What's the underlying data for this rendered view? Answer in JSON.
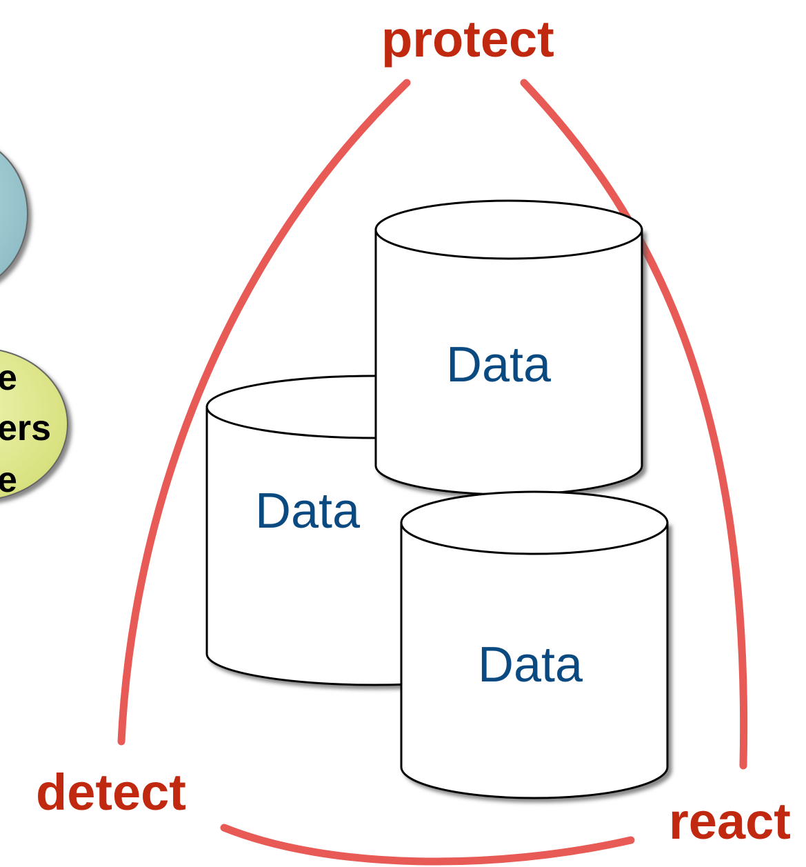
{
  "labels": {
    "protect": "protect",
    "detect": "detect",
    "react": "react"
  },
  "databases": [
    {
      "label": "Data"
    },
    {
      "label": "Data"
    },
    {
      "label": "Data"
    }
  ],
  "side_bubble": {
    "lines": [
      "e",
      "ers",
      "e"
    ]
  },
  "colors": {
    "accent_red": "#c0280f",
    "arc_red": "#e85a55",
    "data_text_blue": "#0b4a80",
    "bubble_teal": "#9ec9d1",
    "bubble_yellow": "#e7ee98"
  }
}
